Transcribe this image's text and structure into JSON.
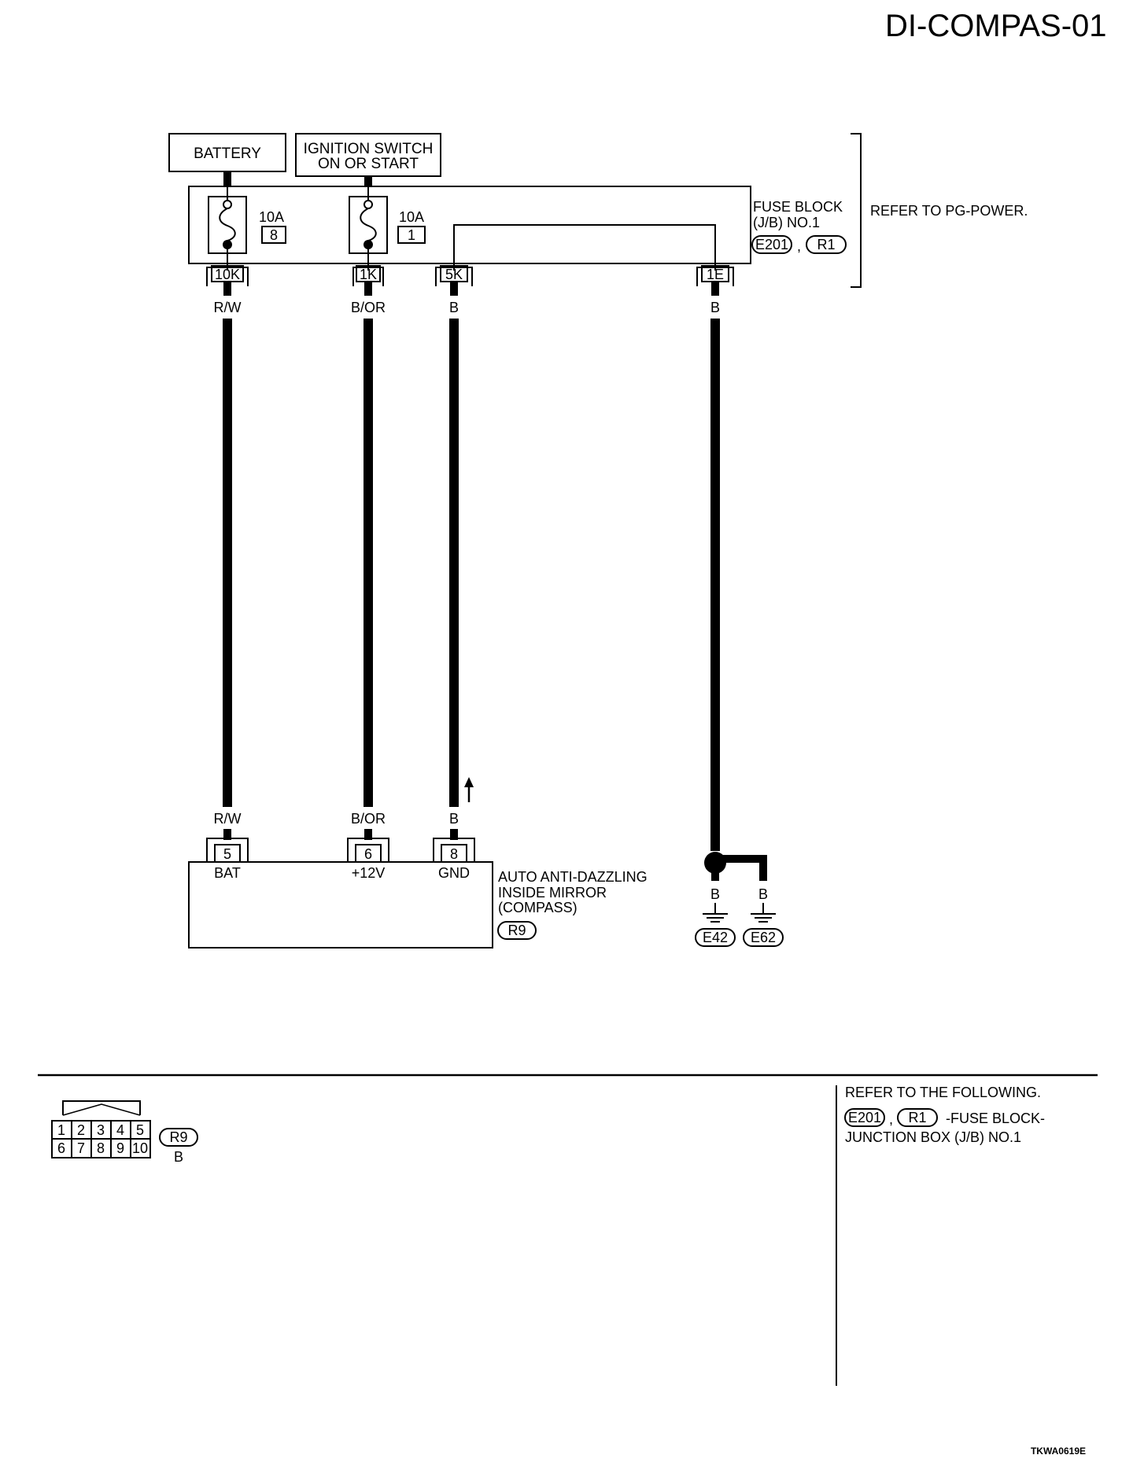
{
  "page_title": "DI-COMPAS-01",
  "battery_label": "BATTERY",
  "ignition_label_line1": "IGNITION SWITCH",
  "ignition_label_line2": "ON OR START",
  "fuses": [
    {
      "rating": "10A",
      "number": "8"
    },
    {
      "rating": "10A",
      "number": "1"
    }
  ],
  "fuse_block": {
    "line1": "FUSE BLOCK",
    "line2": "(J/B) NO.1",
    "connectors": [
      "E201",
      "R1"
    ],
    "separator": ",",
    "refer": "REFER TO PG-POWER.",
    "terminals": [
      "10K",
      "1K",
      "5K",
      "1E"
    ]
  },
  "wire_colors_top": [
    "R/W",
    "B/OR",
    "B",
    "B"
  ],
  "wire_colors_bottom": [
    "R/W",
    "B/OR",
    "B"
  ],
  "mirror": {
    "pins": [
      "5",
      "6",
      "8"
    ],
    "pin_labels": [
      "BAT",
      "+12V",
      "GND"
    ],
    "name_line1": "AUTO ANTI-DAZZLING",
    "name_line2": "INSIDE MIRROR",
    "name_line3": "(COMPASS)",
    "connector": "R9"
  },
  "grounds": [
    {
      "wire_color": "B",
      "connector": "E42"
    },
    {
      "wire_color": "B",
      "connector": "E62"
    }
  ],
  "connector_face": {
    "top_row": [
      "1",
      "2",
      "3",
      "4",
      "5"
    ],
    "bottom_row": [
      "6",
      "7",
      "8",
      "9",
      "10"
    ],
    "connector": "R9",
    "color": "B"
  },
  "refer_following": {
    "heading": "REFER TO THE FOLLOWING.",
    "connectors": [
      "E201",
      "R1"
    ],
    "separator": ",",
    "text_line1": "-FUSE BLOCK-",
    "text_line2": "JUNCTION BOX (J/B) NO.1"
  },
  "figure_code": "TKWA0619E"
}
